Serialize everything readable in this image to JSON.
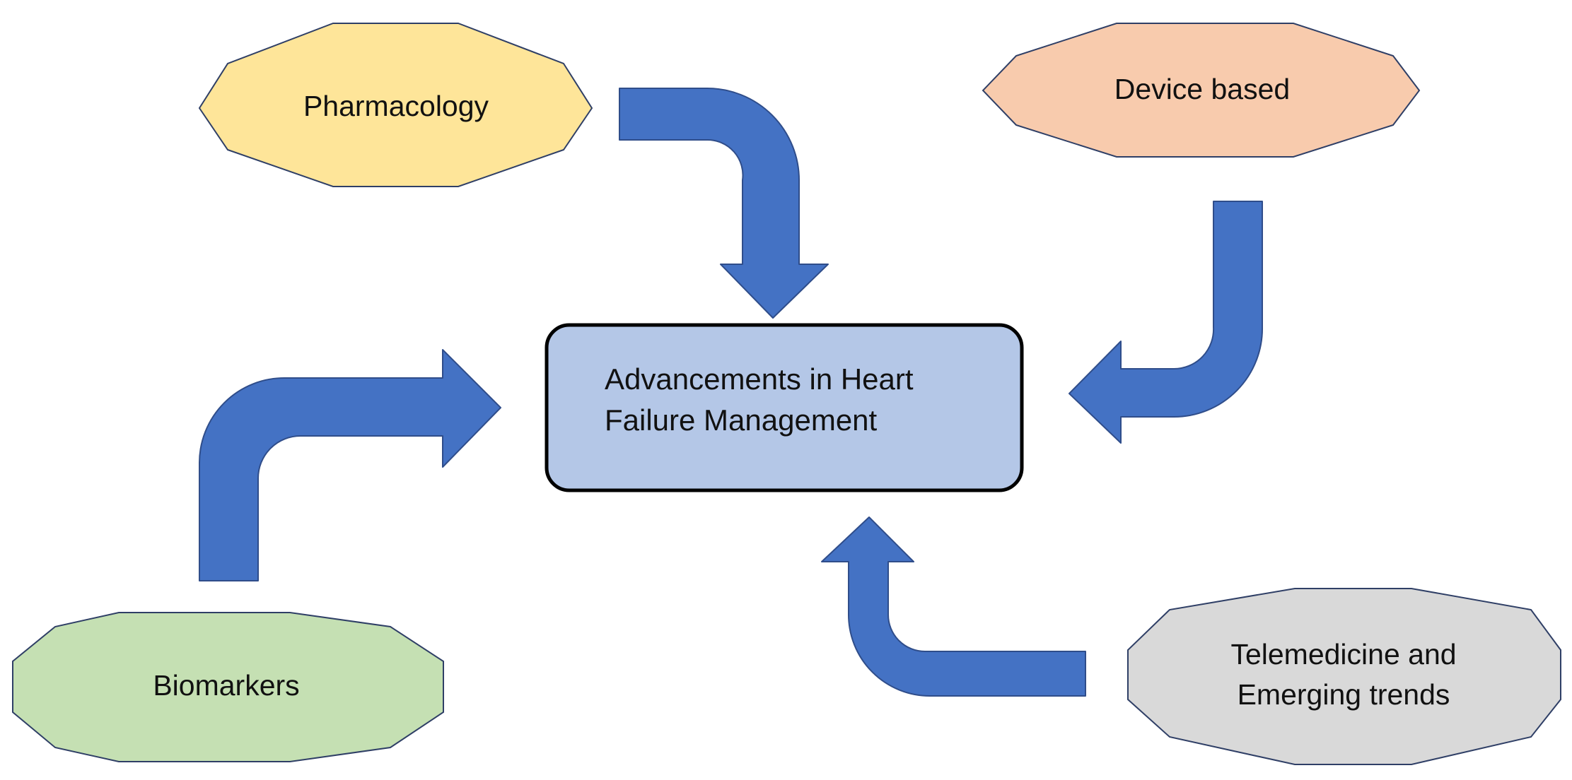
{
  "diagram": {
    "center": {
      "text_line1": "Advancements in Heart",
      "text_line2": "Failure Management",
      "fill": "#b4c7e7",
      "stroke": "#000000"
    },
    "nodes": {
      "pharmacology": {
        "text": "Pharmacology",
        "fill": "#fee599"
      },
      "device_based": {
        "text": "Device based",
        "fill": "#f8cbad"
      },
      "biomarkers": {
        "text": "Biomarkers",
        "fill": "#c5e0b3"
      },
      "telemedicine": {
        "text_line1": "Telemedicine and",
        "text_line2": "Emerging trends",
        "fill": "#d9d9d9"
      }
    },
    "arrow_color": "#4472c4",
    "node_border_color": "#2f3f66"
  }
}
